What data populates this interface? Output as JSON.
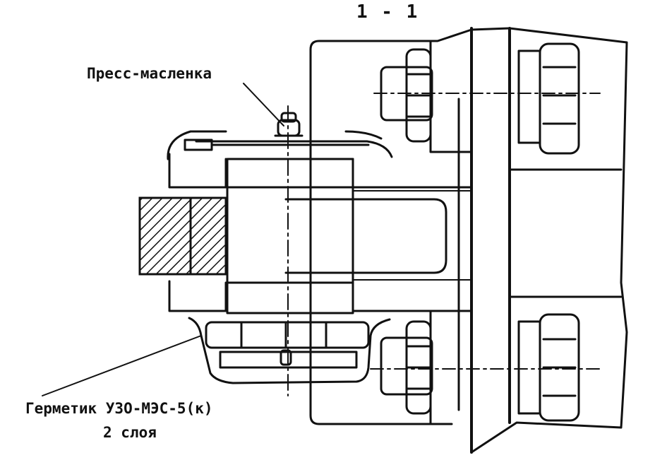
{
  "section_label": "1 - 1",
  "callouts": {
    "grease_fitting": "Пресс-масленка",
    "sealant_line1": "Герметик УЗО-МЭС-5(к)",
    "sealant_line2": "2 слоя"
  },
  "colors": {
    "ink": "#111111",
    "paper": "#ffffff"
  }
}
